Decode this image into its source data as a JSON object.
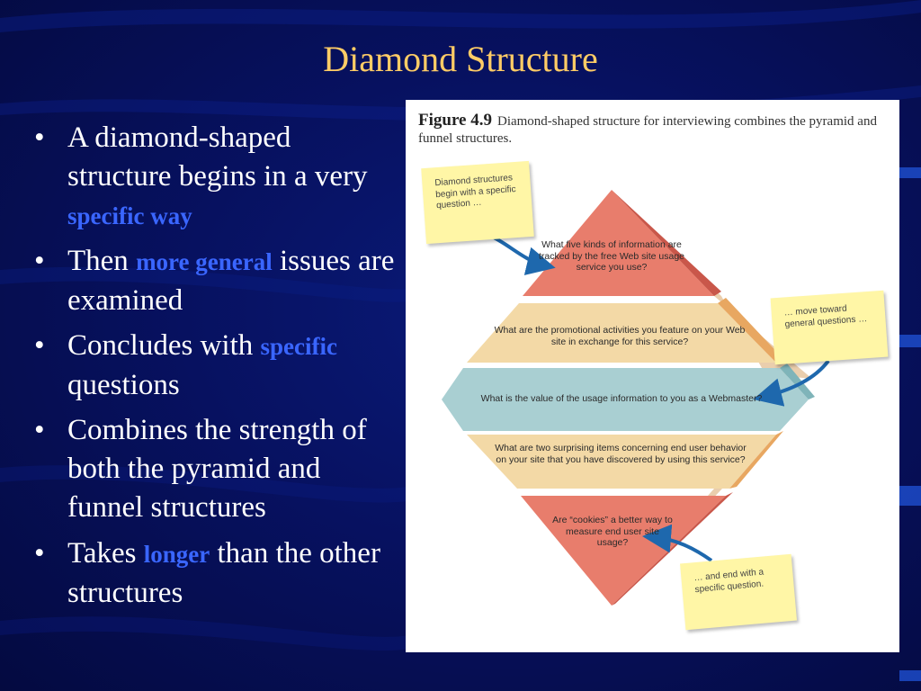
{
  "slide": {
    "title": "Diamond Structure",
    "bullets": [
      {
        "before": "A diamond-shaped structure begins in a very ",
        "highlight": "specific way",
        "after": ""
      },
      {
        "before": "Then ",
        "highlight": "more general",
        "after": " issues are examined"
      },
      {
        "before": "Concludes with ",
        "highlight": "specific",
        "after": " questions"
      },
      {
        "before": "Combines the strength of both the pyramid and funnel structures",
        "highlight": "",
        "after": ""
      },
      {
        "before": "Takes ",
        "highlight": "longer",
        "after": " than the other structures"
      }
    ],
    "bullet_char": "•",
    "colors": {
      "title": "#ffcc66",
      "highlight": "#3a66ff",
      "text": "#ffffff",
      "background": "#071160"
    }
  },
  "figure": {
    "number": "Figure 4.9",
    "caption": "Diamond-shaped structure for interviewing combines the pyramid and funnel structures.",
    "levels": [
      "What five kinds of information are tracked by the free Web site usage service you use?",
      "What are the promotional activities you feature on your Web site in exchange for this service?",
      "What is the value of the usage information to you as a Webmaster?",
      "What are two surprising items concerning end user behavior on your site that you have discovered by using this service?",
      "Are “cookies” a better way to measure end user site usage?"
    ],
    "notes": [
      "Diamond structures begin with a specific question …",
      "… move toward general questions …",
      "… and end with a specific question."
    ],
    "colors": {
      "specific": "#e87d6c",
      "general": "#f3d9a6",
      "middle": "#a9cfd2",
      "arrow": "#1e68ad",
      "note": "#fff6a6"
    }
  }
}
